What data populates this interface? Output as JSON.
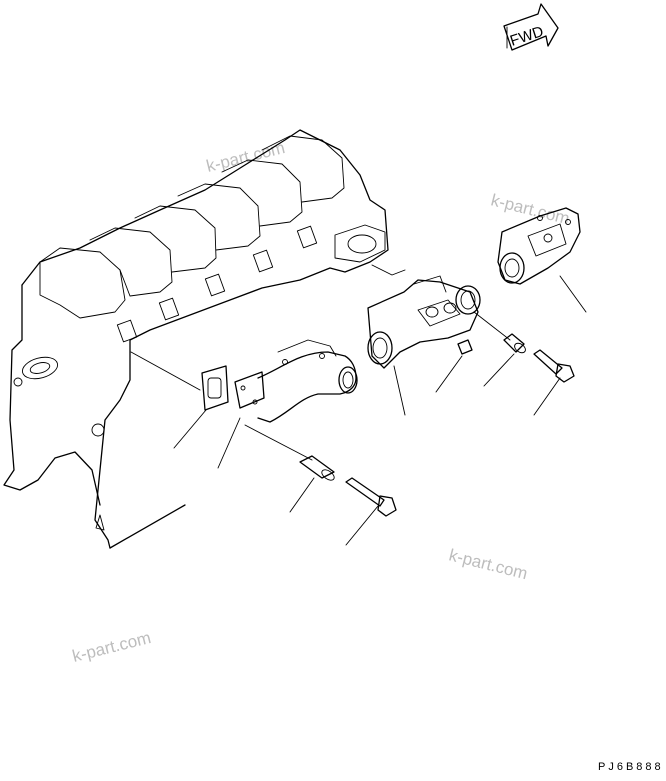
{
  "fwd_label": "FWD",
  "drawing_code": "PJ6B888",
  "watermarks": [
    "k-part.com",
    "k-part.com",
    "k-part.com",
    "k-part.com"
  ]
}
